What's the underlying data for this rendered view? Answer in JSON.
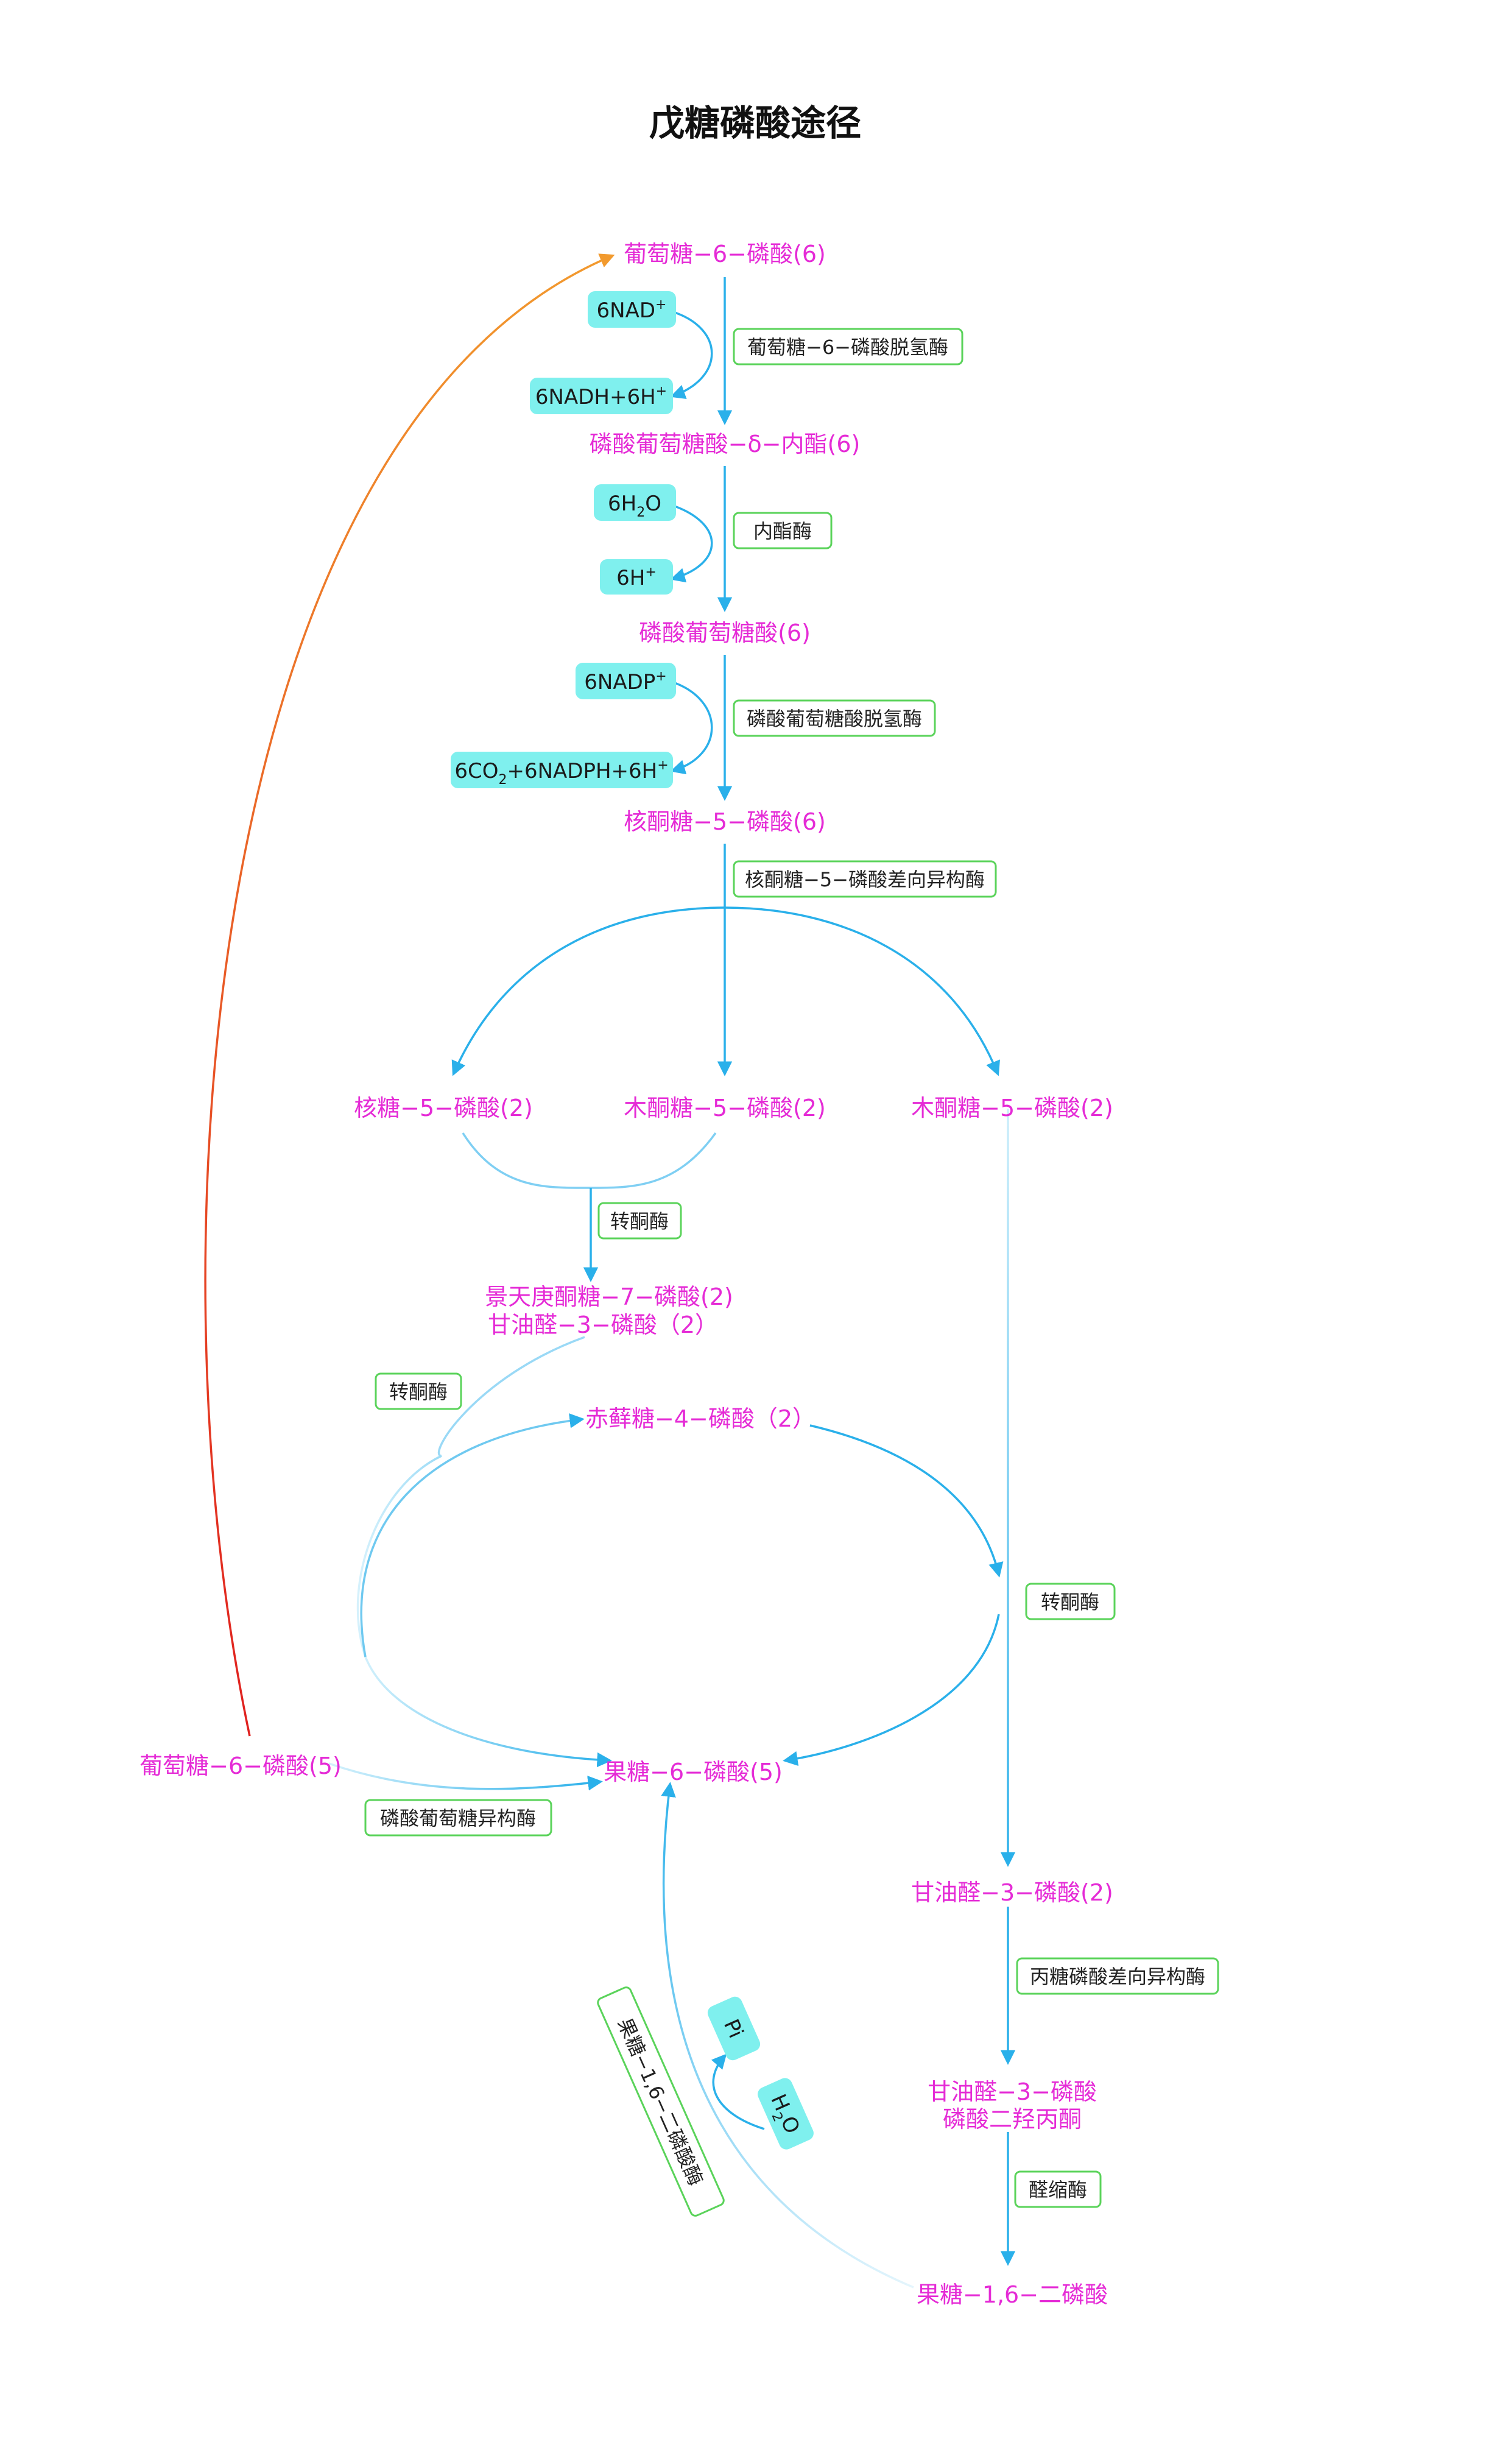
{
  "title": "戊糖磷酸途径",
  "metabolites": {
    "g6p_top": "葡萄糖−6−磷酸(6)",
    "lactone": "磷酸葡萄糖酸−δ−内酯(6)",
    "gluconate": "磷酸葡萄糖酸(6)",
    "ru5p": "核酮糖−5−磷酸(6)",
    "r5p": "核糖−5−磷酸(2)",
    "xu5p_a": "木酮糖−5−磷酸(2)",
    "xu5p_b": "木酮糖−5−磷酸(2)",
    "s7p": "景天庚酮糖−7−磷酸(2)",
    "g3p_mid": "甘油醛−3−磷酸（2）",
    "e4p": "赤藓糖−4−磷酸（2）",
    "f6p": "果糖−6−磷酸(5)",
    "g6p_left": "葡萄糖−6−磷酸(5)",
    "g3p_right": "甘油醛−3−磷酸(2)",
    "g3p_dhap_1": "甘油醛−3−磷酸",
    "g3p_dhap_2": "磷酸二羟丙酮",
    "fbp": "果糖−1,6−二磷酸"
  },
  "enzymes": {
    "g6pdh": "葡萄糖−6−磷酸脱氢酶",
    "lactonase": "内酯酶",
    "pgdh": "磷酸葡萄糖酸脱氢酶",
    "rpe": "核酮糖−5−磷酸差向异构酶",
    "tk1": "转酮酶",
    "tk2": "转酮酶",
    "tk3": "转酮酶",
    "pgi": "磷酸葡萄糖异构酶",
    "tpi": "丙糖磷酸差向异构酶",
    "aldolase": "醛缩酶",
    "fbpase": "果糖−1,6−二磷酸酶"
  },
  "cofactors": {
    "nad_in": {
      "main": "6NAD",
      "sup": "+"
    },
    "nadh_out": {
      "main": "6NADH+6H",
      "sup": "+"
    },
    "h2o_in": {
      "pre": "6H",
      "sub": "2",
      "post": "O"
    },
    "h_out": {
      "main": "6H",
      "sup": "+"
    },
    "nadp_in": {
      "main": "6NADP",
      "sup": "+"
    },
    "co2_out": {
      "pre": "6CO",
      "sub": "2",
      "post": "+6NADPH+6H",
      "sup": "+"
    },
    "pi": {
      "main": "Pi"
    },
    "h2o_fbp": {
      "pre": "H",
      "sub": "2",
      "post": "O"
    }
  },
  "colors": {
    "metabolite": "#e52bd6",
    "enzyme_border": "#5ad35a",
    "cofactor_fill": "#7ff0ee",
    "arrow": "#2ab0ea",
    "return_arrow_start": "#e0201f",
    "return_arrow_end": "#f29a2e"
  }
}
